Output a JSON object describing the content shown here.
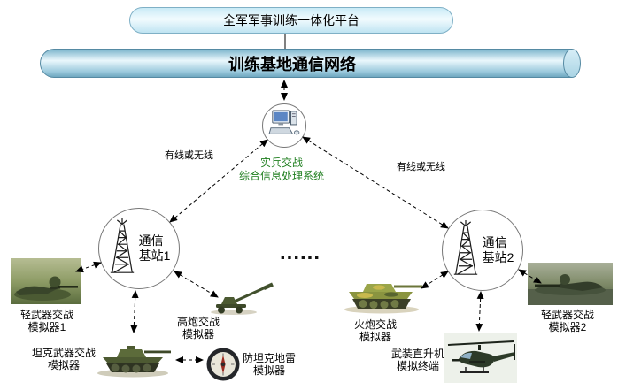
{
  "diagram": {
    "title_box": "全军军事训练一体化平台",
    "backbone": "训练基地通信网络",
    "processor": {
      "line1": "实兵交战",
      "line2": "综合信息处理系统"
    },
    "links": {
      "left_label": "有线或无线",
      "right_label": "有线或无线"
    },
    "stations": [
      {
        "line1": "通信",
        "line2": "基站1"
      },
      {
        "line1": "通信",
        "line2": "基站2"
      }
    ],
    "ellipsis": "......",
    "simulators": [
      {
        "id": "light-weapon-simulator-1",
        "line1": "轻武器交战",
        "line2": "模拟器1"
      },
      {
        "id": "tank-weapon-simulator",
        "line1": "坦克武器交战",
        "line2": "模拟器"
      },
      {
        "id": "aa-gun-simulator",
        "line1": "高炮交战",
        "line2": "模拟器"
      },
      {
        "id": "antitank-mine-simulator",
        "line1": "防坦克地雷",
        "line2": "模拟器"
      },
      {
        "id": "artillery-simulator",
        "line1": "火炮交战",
        "line2": "模拟器"
      },
      {
        "id": "helicopter-terminal",
        "line1": "武装直升机",
        "line2": "模拟终端"
      },
      {
        "id": "light-weapon-simulator-2",
        "line1": "轻武器交战",
        "line2": "模拟器2"
      }
    ],
    "icons": {
      "processor": "computer-icon",
      "station": "antenna-tower-icon"
    },
    "colors": {
      "platform_fill": "#d2edf8",
      "backbone_fill": "#a9d6e8",
      "processor_text": "#1e7e1e",
      "line": "#000000",
      "background": "#ffffff"
    }
  }
}
